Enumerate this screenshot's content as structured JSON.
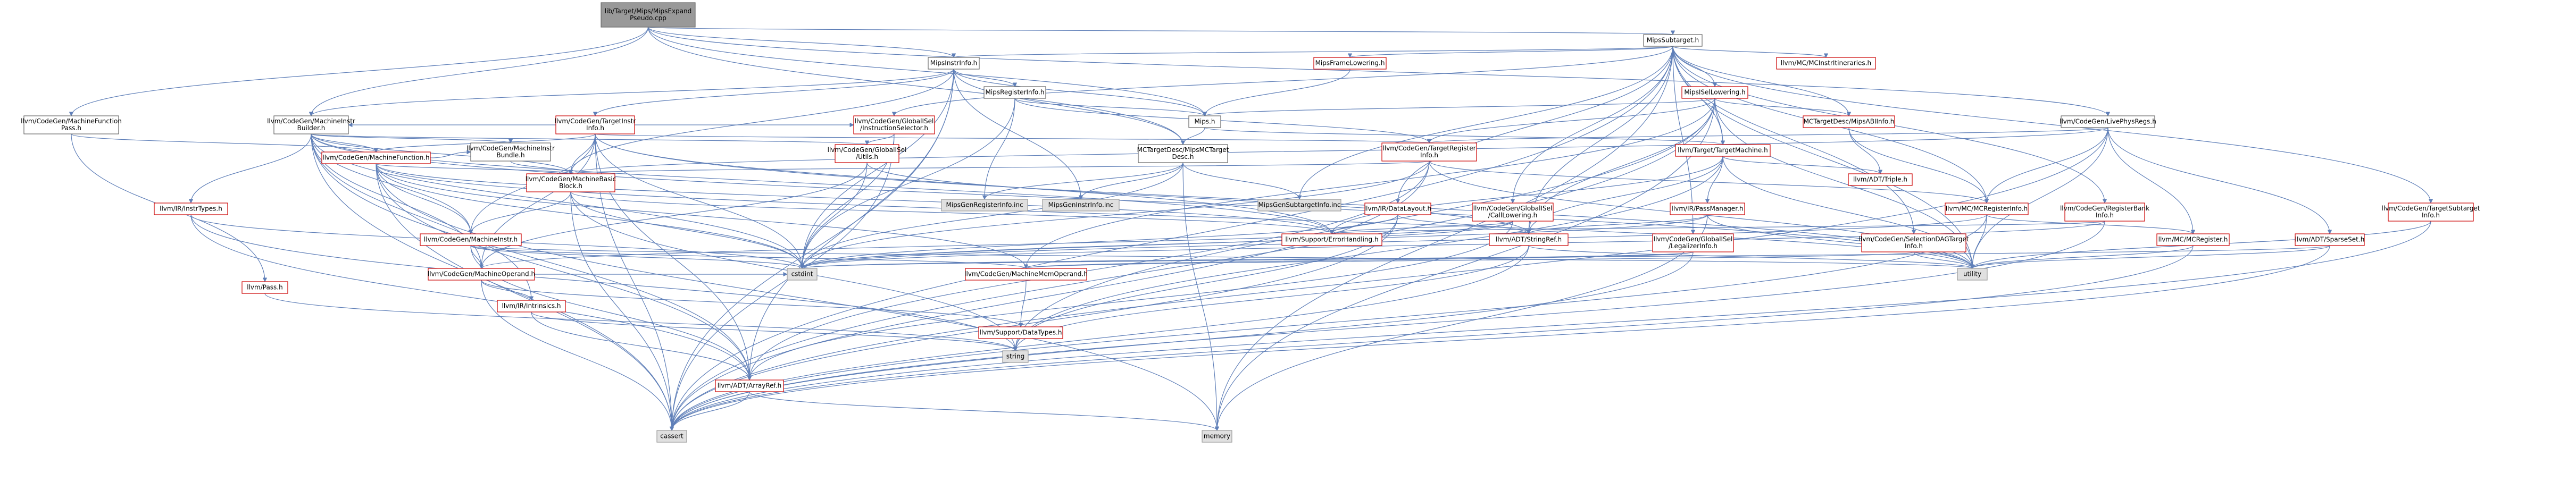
{
  "colors": {
    "edge": "#5f7fb8",
    "root_fill": "#999999",
    "root_border": "#666666",
    "node_fill": "#ffffff",
    "node_border_linked": "#666666",
    "node_border_missing": "#cc0000",
    "external_fill": "#e0e0e0",
    "external_border": "#999999",
    "text": "#000000"
  },
  "nodes": [
    {
      "id": "root",
      "label": [
        "lib/Target/Mips/MipsExpand",
        "Pseudo.cpp"
      ],
      "kind": "root"
    },
    {
      "id": "subtarget",
      "label": [
        "MipsSubtarget.h"
      ],
      "kind": "linked"
    },
    {
      "id": "instrinfo",
      "label": [
        "MipsInstrInfo.h"
      ],
      "kind": "linked"
    },
    {
      "id": "funcpass",
      "label": [
        "llvm/CodeGen/MachineFunction",
        "Pass.h"
      ],
      "kind": "linked"
    },
    {
      "id": "miph",
      "label": [
        "Mips.h"
      ],
      "kind": "linked"
    },
    {
      "id": "framelow",
      "label": [
        "MipsFrameLowering.h"
      ],
      "kind": "missing"
    },
    {
      "id": "mcinstritin",
      "label": [
        "llvm/MC/MCInstrItineraries.h"
      ],
      "kind": "missing"
    },
    {
      "id": "isellow",
      "label": [
        "MipsISelLowering.h"
      ],
      "kind": "missing"
    },
    {
      "id": "livephys",
      "label": [
        "llvm/CodeGen/LivePhysRegs.h"
      ],
      "kind": "linked"
    },
    {
      "id": "targetinstr",
      "label": [
        "llvm/CodeGen/TargetInstr",
        "Info.h"
      ],
      "kind": "missing"
    },
    {
      "id": "reginfo",
      "label": [
        "MipsRegisterInfo.h"
      ],
      "kind": "linked"
    },
    {
      "id": "mib",
      "label": [
        "llvm/CodeGen/MachineInstr",
        "Builder.h"
      ],
      "kind": "linked"
    },
    {
      "id": "gisel",
      "label": [
        "llvm/CodeGen/GlobalISel",
        "/InstructionSelector.h"
      ],
      "kind": "missing"
    },
    {
      "id": "mcabi",
      "label": [
        "MCTargetDesc/MipsABIInfo.h"
      ],
      "kind": "missing"
    },
    {
      "id": "mctdesc",
      "label": [
        "MCTargetDesc/MipsMCTarget",
        "Desc.h"
      ],
      "kind": "linked"
    },
    {
      "id": "regbank",
      "label": [
        "llvm/CodeGen/RegisterBank",
        "Info.h"
      ],
      "kind": "missing"
    },
    {
      "id": "tsubinfo",
      "label": [
        "llvm/CodeGen/TargetSubtarget",
        "Info.h"
      ],
      "kind": "missing"
    },
    {
      "id": "mf",
      "label": [
        "llvm/CodeGen/MachineFunction.h"
      ],
      "kind": "missing"
    },
    {
      "id": "mibundle",
      "label": [
        "llvm/CodeGen/MachineInstr",
        "Bundle.h"
      ],
      "kind": "linked"
    },
    {
      "id": "gutils",
      "label": [
        "llvm/CodeGen/GlobalISel",
        "/Utils.h"
      ],
      "kind": "missing"
    },
    {
      "id": "treginfo",
      "label": [
        "llvm/CodeGen/TargetRegister",
        "Info.h"
      ],
      "kind": "missing"
    },
    {
      "id": "tmach",
      "label": [
        "llvm/Target/TargetMachine.h"
      ],
      "kind": "missing"
    },
    {
      "id": "mbb",
      "label": [
        "llvm/CodeGen/MachineBasic",
        "Block.h"
      ],
      "kind": "missing"
    },
    {
      "id": "geninc_reg",
      "label": [
        "MipsGenRegisterInfo.inc"
      ],
      "kind": "external"
    },
    {
      "id": "geninc_instr",
      "label": [
        "MipsGenInstrInfo.inc"
      ],
      "kind": "external"
    },
    {
      "id": "geninc_sub",
      "label": [
        "MipsGenSubtargetInfo.inc"
      ],
      "kind": "external"
    },
    {
      "id": "triple",
      "label": [
        "llvm/ADT/Triple.h"
      ],
      "kind": "missing"
    },
    {
      "id": "irinstr",
      "label": [
        "llvm/IR/InstrTypes.h"
      ],
      "kind": "missing"
    },
    {
      "id": "irdl",
      "label": [
        "llvm/IR/DataLayout.h"
      ],
      "kind": "missing"
    },
    {
      "id": "gcall",
      "label": [
        "llvm/CodeGen/GlobalISel",
        "/CallLowering.h"
      ],
      "kind": "missing"
    },
    {
      "id": "passmgr",
      "label": [
        "llvm/IR/PassManager.h"
      ],
      "kind": "missing"
    },
    {
      "id": "mcreginfo",
      "label": [
        "llvm/MC/MCRegisterInfo.h"
      ],
      "kind": "missing"
    },
    {
      "id": "sparseset",
      "label": [
        "llvm/ADT/SparseSet.h"
      ],
      "kind": "missing"
    },
    {
      "id": "mi",
      "label": [
        "llvm/CodeGen/MachineInstr.h"
      ],
      "kind": "missing"
    },
    {
      "id": "errh",
      "label": [
        "llvm/Support/ErrorHandling.h"
      ],
      "kind": "missing"
    },
    {
      "id": "stringref",
      "label": [
        "llvm/ADT/StringRef.h"
      ],
      "kind": "missing"
    },
    {
      "id": "glegal",
      "label": [
        "llvm/CodeGen/GlobalISel",
        "/LegalizerInfo.h"
      ],
      "kind": "missing"
    },
    {
      "id": "seldag",
      "label": [
        "llvm/CodeGen/SelectionDAGTarget",
        "Info.h"
      ],
      "kind": "missing"
    },
    {
      "id": "mcreg",
      "label": [
        "llvm/MC/MCRegister.h"
      ],
      "kind": "missing"
    },
    {
      "id": "pass",
      "label": [
        "llvm/Pass.h"
      ],
      "kind": "missing"
    },
    {
      "id": "mmo",
      "label": [
        "llvm/CodeGen/MachineOperand.h"
      ],
      "kind": "missing"
    },
    {
      "id": "mmemop",
      "label": [
        "llvm/CodeGen/MachineMemOperand.h"
      ],
      "kind": "missing"
    },
    {
      "id": "cstdint",
      "label": [
        "cstdint"
      ],
      "kind": "external"
    },
    {
      "id": "utility",
      "label": [
        "utility"
      ],
      "kind": "external"
    },
    {
      "id": "intrinsics",
      "label": [
        "llvm/IR/Intrinsics.h"
      ],
      "kind": "missing"
    },
    {
      "id": "datatypes",
      "label": [
        "llvm/Support/DataTypes.h"
      ],
      "kind": "missing"
    },
    {
      "id": "string",
      "label": [
        "string"
      ],
      "kind": "external"
    },
    {
      "id": "arrayref",
      "label": [
        "llvm/ADT/ArrayRef.h"
      ],
      "kind": "missing"
    },
    {
      "id": "cassert",
      "label": [
        "cassert"
      ],
      "kind": "external"
    },
    {
      "id": "memory",
      "label": [
        "memory"
      ],
      "kind": "external"
    }
  ],
  "edges": [
    [
      "root",
      "subtarget"
    ],
    [
      "root",
      "instrinfo"
    ],
    [
      "root",
      "funcpass"
    ],
    [
      "root",
      "mib"
    ],
    [
      "root",
      "livephys"
    ],
    [
      "root",
      "miph"
    ],
    [
      "root",
      "mctdesc"
    ],
    [
      "subtarget",
      "framelow"
    ],
    [
      "subtarget",
      "mcinstritin"
    ],
    [
      "subtarget",
      "isellow"
    ],
    [
      "subtarget",
      "mcabi"
    ],
    [
      "subtarget",
      "instrinfo"
    ],
    [
      "subtarget",
      "regbank"
    ],
    [
      "subtarget",
      "tsubinfo"
    ],
    [
      "subtarget",
      "gcall"
    ],
    [
      "subtarget",
      "glegal"
    ],
    [
      "subtarget",
      "seldag"
    ],
    [
      "subtarget",
      "irdl"
    ],
    [
      "subtarget",
      "stringref"
    ],
    [
      "subtarget",
      "tmach"
    ],
    [
      "subtarget",
      "gisel"
    ],
    [
      "subtarget",
      "geninc_sub"
    ],
    [
      "subtarget",
      "mcreginfo"
    ],
    [
      "subtarget",
      "utility"
    ],
    [
      "subtarget",
      "cassert"
    ],
    [
      "subtarget",
      "memory"
    ],
    [
      "instrinfo",
      "targetinstr"
    ],
    [
      "instrinfo",
      "reginfo"
    ],
    [
      "instrinfo",
      "miph"
    ],
    [
      "instrinfo",
      "mib"
    ],
    [
      "instrinfo",
      "mctdesc"
    ],
    [
      "instrinfo",
      "geninc_instr"
    ],
    [
      "instrinfo",
      "mbb"
    ],
    [
      "instrinfo",
      "arrayref"
    ],
    [
      "instrinfo",
      "cstdint"
    ],
    [
      "instrinfo",
      "cassert"
    ],
    [
      "funcpass",
      "mf"
    ],
    [
      "funcpass",
      "pass"
    ],
    [
      "miph",
      "mctdesc"
    ],
    [
      "miph",
      "tmach"
    ],
    [
      "framelow",
      "miph"
    ],
    [
      "isellow",
      "miph"
    ],
    [
      "isellow",
      "mcabi"
    ],
    [
      "isellow",
      "tmach"
    ],
    [
      "isellow",
      "treginfo"
    ],
    [
      "isellow",
      "stringref"
    ],
    [
      "isellow",
      "mmemop"
    ],
    [
      "isellow",
      "utility"
    ],
    [
      "isellow",
      "string"
    ],
    [
      "isellow",
      "cassert"
    ],
    [
      "isellow",
      "memory"
    ],
    [
      "livephys",
      "treginfo"
    ],
    [
      "livephys",
      "sparseset"
    ],
    [
      "livephys",
      "mcreg"
    ],
    [
      "livephys",
      "mcreginfo"
    ],
    [
      "livephys",
      "mbb"
    ],
    [
      "livephys",
      "cassert"
    ],
    [
      "livephys",
      "utility"
    ],
    [
      "targetinstr",
      "mib"
    ],
    [
      "targetinstr",
      "mf"
    ],
    [
      "targetinstr",
      "mbb"
    ],
    [
      "targetinstr",
      "mi"
    ],
    [
      "targetinstr",
      "mmo"
    ],
    [
      "targetinstr",
      "gisel"
    ],
    [
      "targetinstr",
      "arrayref"
    ],
    [
      "targetinstr",
      "errh"
    ],
    [
      "targetinstr",
      "cassert"
    ],
    [
      "targetinstr",
      "cstdint"
    ],
    [
      "targetinstr",
      "utility"
    ],
    [
      "targetinstr",
      "treginfo"
    ],
    [
      "reginfo",
      "miph"
    ],
    [
      "reginfo",
      "treginfo"
    ],
    [
      "reginfo",
      "geninc_reg"
    ],
    [
      "reginfo",
      "cstdint"
    ],
    [
      "mib",
      "mf"
    ],
    [
      "mib",
      "mibundle"
    ],
    [
      "mib",
      "mbb"
    ],
    [
      "mib",
      "mi"
    ],
    [
      "mib",
      "mmo"
    ],
    [
      "mib",
      "gutils"
    ],
    [
      "mib",
      "irinstr"
    ],
    [
      "mib",
      "intrinsics"
    ],
    [
      "mib",
      "errh"
    ],
    [
      "mib",
      "arrayref"
    ],
    [
      "mib",
      "cassert"
    ],
    [
      "mib",
      "cstdint"
    ],
    [
      "mib",
      "utility"
    ],
    [
      "gisel",
      "gutils"
    ],
    [
      "gisel",
      "cstdint"
    ],
    [
      "gisel",
      "cassert"
    ],
    [
      "mcabi",
      "mcreginfo"
    ],
    [
      "mcabi",
      "triple"
    ],
    [
      "mctdesc",
      "geninc_reg"
    ],
    [
      "mctdesc",
      "geninc_instr"
    ],
    [
      "mctdesc",
      "geninc_sub"
    ],
    [
      "mctdesc",
      "cstdint"
    ],
    [
      "mctdesc",
      "memory"
    ],
    [
      "regbank",
      "errh"
    ],
    [
      "regbank",
      "cstdint"
    ],
    [
      "regbank",
      "cassert"
    ],
    [
      "tsubinfo",
      "utility"
    ],
    [
      "tsubinfo",
      "cassert"
    ],
    [
      "mf",
      "mbb"
    ],
    [
      "mf",
      "mi"
    ],
    [
      "mf",
      "mmemop"
    ],
    [
      "mf",
      "mibundle"
    ],
    [
      "mf",
      "errh"
    ],
    [
      "mf",
      "arrayref"
    ],
    [
      "mf",
      "cstdint"
    ],
    [
      "mf",
      "cassert"
    ],
    [
      "mf",
      "utility"
    ],
    [
      "mf",
      "memory"
    ],
    [
      "mibundle",
      "mbb"
    ],
    [
      "gutils",
      "mmo"
    ],
    [
      "gutils",
      "stringref"
    ],
    [
      "gutils",
      "cstdint"
    ],
    [
      "treginfo",
      "mbb"
    ],
    [
      "treginfo",
      "mcreginfo"
    ],
    [
      "treginfo",
      "arrayref"
    ],
    [
      "treginfo",
      "cassert"
    ],
    [
      "treginfo",
      "cstdint"
    ],
    [
      "treginfo",
      "utility"
    ],
    [
      "tmach",
      "triple"
    ],
    [
      "tmach",
      "passmgr"
    ],
    [
      "tmach",
      "stringref"
    ],
    [
      "tmach",
      "errh"
    ],
    [
      "tmach",
      "utility"
    ],
    [
      "tmach",
      "string"
    ],
    [
      "mbb",
      "mi"
    ],
    [
      "mbb",
      "errh"
    ],
    [
      "mbb",
      "cassert"
    ],
    [
      "mbb",
      "cstdint"
    ],
    [
      "mbb",
      "string"
    ],
    [
      "irinstr",
      "arrayref"
    ],
    [
      "irinstr",
      "string"
    ],
    [
      "irinstr",
      "cstdint"
    ],
    [
      "irdl",
      "stringref"
    ],
    [
      "irdl",
      "errh"
    ],
    [
      "irdl",
      "cassert"
    ],
    [
      "irdl",
      "cstdint"
    ],
    [
      "irdl",
      "string"
    ],
    [
      "gcall",
      "mmo"
    ],
    [
      "gcall",
      "errh"
    ],
    [
      "gcall",
      "cstdint"
    ],
    [
      "gcall",
      "arrayref"
    ],
    [
      "passmgr",
      "stringref"
    ],
    [
      "passmgr",
      "cstdint"
    ],
    [
      "passmgr",
      "utility"
    ],
    [
      "passmgr",
      "memory"
    ],
    [
      "mcreginfo",
      "mcreg"
    ],
    [
      "mcreginfo",
      "cassert"
    ],
    [
      "mcreginfo",
      "cstdint"
    ],
    [
      "mcreginfo",
      "utility"
    ],
    [
      "sparseset",
      "cassert"
    ],
    [
      "sparseset",
      "cstdint"
    ],
    [
      "sparseset",
      "utility"
    ],
    [
      "mi",
      "mmo"
    ],
    [
      "mi",
      "mmemop"
    ],
    [
      "mi",
      "arrayref"
    ],
    [
      "mi",
      "cstdint"
    ],
    [
      "mi",
      "utility"
    ],
    [
      "stringref",
      "cassert"
    ],
    [
      "stringref",
      "string"
    ],
    [
      "stringref",
      "utility"
    ],
    [
      "glegal",
      "mmemop"
    ],
    [
      "glegal",
      "cassert"
    ],
    [
      "glegal",
      "cstdint"
    ],
    [
      "seldag",
      "mmemop"
    ],
    [
      "seldag",
      "utility"
    ],
    [
      "mcreg",
      "cassert"
    ],
    [
      "mcreg",
      "utility"
    ],
    [
      "pass",
      "string"
    ],
    [
      "mmo",
      "intrinsics"
    ],
    [
      "mmo",
      "datatypes"
    ],
    [
      "mmo",
      "cassert"
    ],
    [
      "mmo",
      "cstdint"
    ],
    [
      "mmemop",
      "datatypes"
    ],
    [
      "intrinsics",
      "arrayref"
    ],
    [
      "intrinsics",
      "string"
    ],
    [
      "arrayref",
      "cassert"
    ],
    [
      "arrayref",
      "memory"
    ]
  ]
}
